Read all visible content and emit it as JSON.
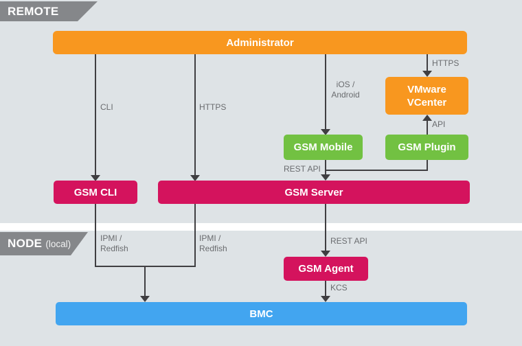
{
  "sections": {
    "remote": {
      "label": "REMOTE"
    },
    "node": {
      "label": "NODE",
      "sublabel": "(local)"
    }
  },
  "boxes": {
    "administrator": {
      "label": "Administrator"
    },
    "vcenter": {
      "line1": "VMware",
      "line2": "VCenter"
    },
    "gsm_mobile": {
      "label": "GSM Mobile"
    },
    "gsm_plugin": {
      "label": "GSM Plugin"
    },
    "gsm_cli": {
      "label": "GSM CLI"
    },
    "gsm_server": {
      "label": "GSM Server"
    },
    "gsm_agent": {
      "label": "GSM Agent"
    },
    "bmc": {
      "label": "BMC"
    }
  },
  "edge_labels": {
    "cli": "CLI",
    "https_left": "HTTPS",
    "ios_android_line1": "iOS /",
    "ios_android_line2": "Android",
    "https_right": "HTTPS",
    "api": "API",
    "rest_api_top": "REST API",
    "ipmi_redfish_left_line1": "IPMI /",
    "ipmi_redfish_left_line2": "Redfish",
    "ipmi_redfish_right_line1": "IPMI /",
    "ipmi_redfish_right_line2": "Redfish",
    "rest_api_bottom": "REST API",
    "kcs": "KCS"
  },
  "palette": {
    "background": "#dee3e6",
    "divider_band": "#ffffff",
    "section_tab": "#85878a",
    "orange": "#f8971f",
    "green": "#72c142",
    "crimson": "#d4135d",
    "blue": "#42a5f0",
    "line": "#3f3e41",
    "edge_label_text": "#696b6e",
    "box_text": "#ffffff"
  }
}
